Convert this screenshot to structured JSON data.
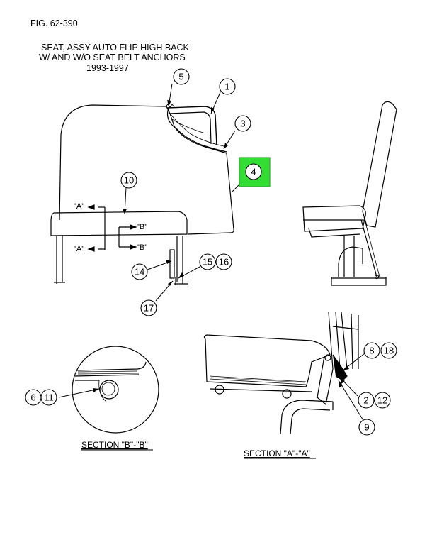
{
  "figure": {
    "number": "FIG. 62-390",
    "title_line1": "SEAT, ASSY AUTO FLIP HIGH BACK",
    "title_line2": "W/ AND W/O SEAT BELT ANCHORS",
    "title_line3": "1993-1997"
  },
  "callouts": {
    "c1": "1",
    "c2": "2",
    "c3": "3",
    "c4": "4",
    "c5": "5",
    "c6": "6",
    "c8": "8",
    "c9": "9",
    "c10": "10",
    "c11": "11",
    "c12": "12",
    "c14": "14",
    "c15": "15",
    "c16": "16",
    "c17": "17",
    "c18": "18"
  },
  "section_marks": {
    "a_upper": "\"A\"",
    "a_lower": "\"A\"",
    "b_upper": "\"B\"",
    "b_lower": "\"B\""
  },
  "sections": {
    "bb": "SECTION \"B\"-\"B\"",
    "aa": "SECTION \"A\"-\"A\""
  },
  "colors": {
    "highlight": "#33dd33",
    "line": "#000000"
  }
}
